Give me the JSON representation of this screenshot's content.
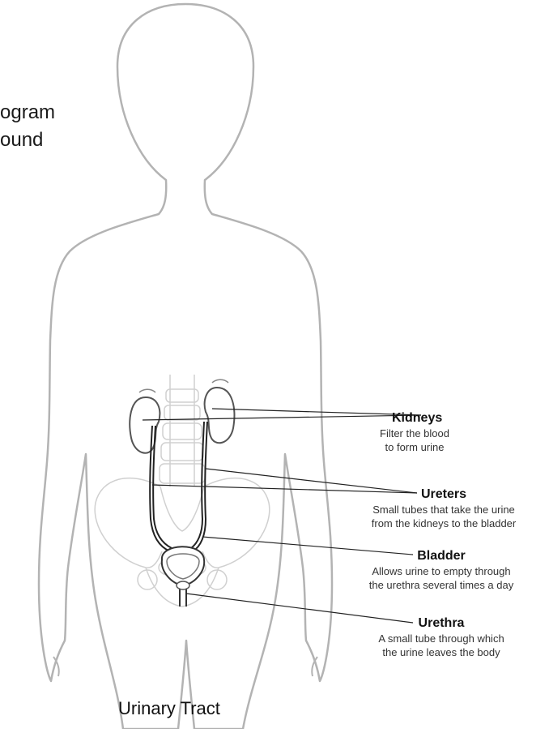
{
  "left_fragments": [
    "ogram",
    "ound"
  ],
  "labels": {
    "kidneys": {
      "title": "Kidneys",
      "desc1": "Filter the blood",
      "desc2": "to form urine"
    },
    "ureters": {
      "title": "Ureters",
      "desc1": "Small tubes that take the urine",
      "desc2": "from the kidneys to the bladder"
    },
    "bladder": {
      "title": "Bladder",
      "desc1": "Allows urine to empty through",
      "desc2": "the urethra several times a day"
    },
    "urethra": {
      "title": "Urethra",
      "desc1": "A small tube through which",
      "desc2": "the urine leaves the body"
    }
  },
  "caption": "Urinary Tract"
}
